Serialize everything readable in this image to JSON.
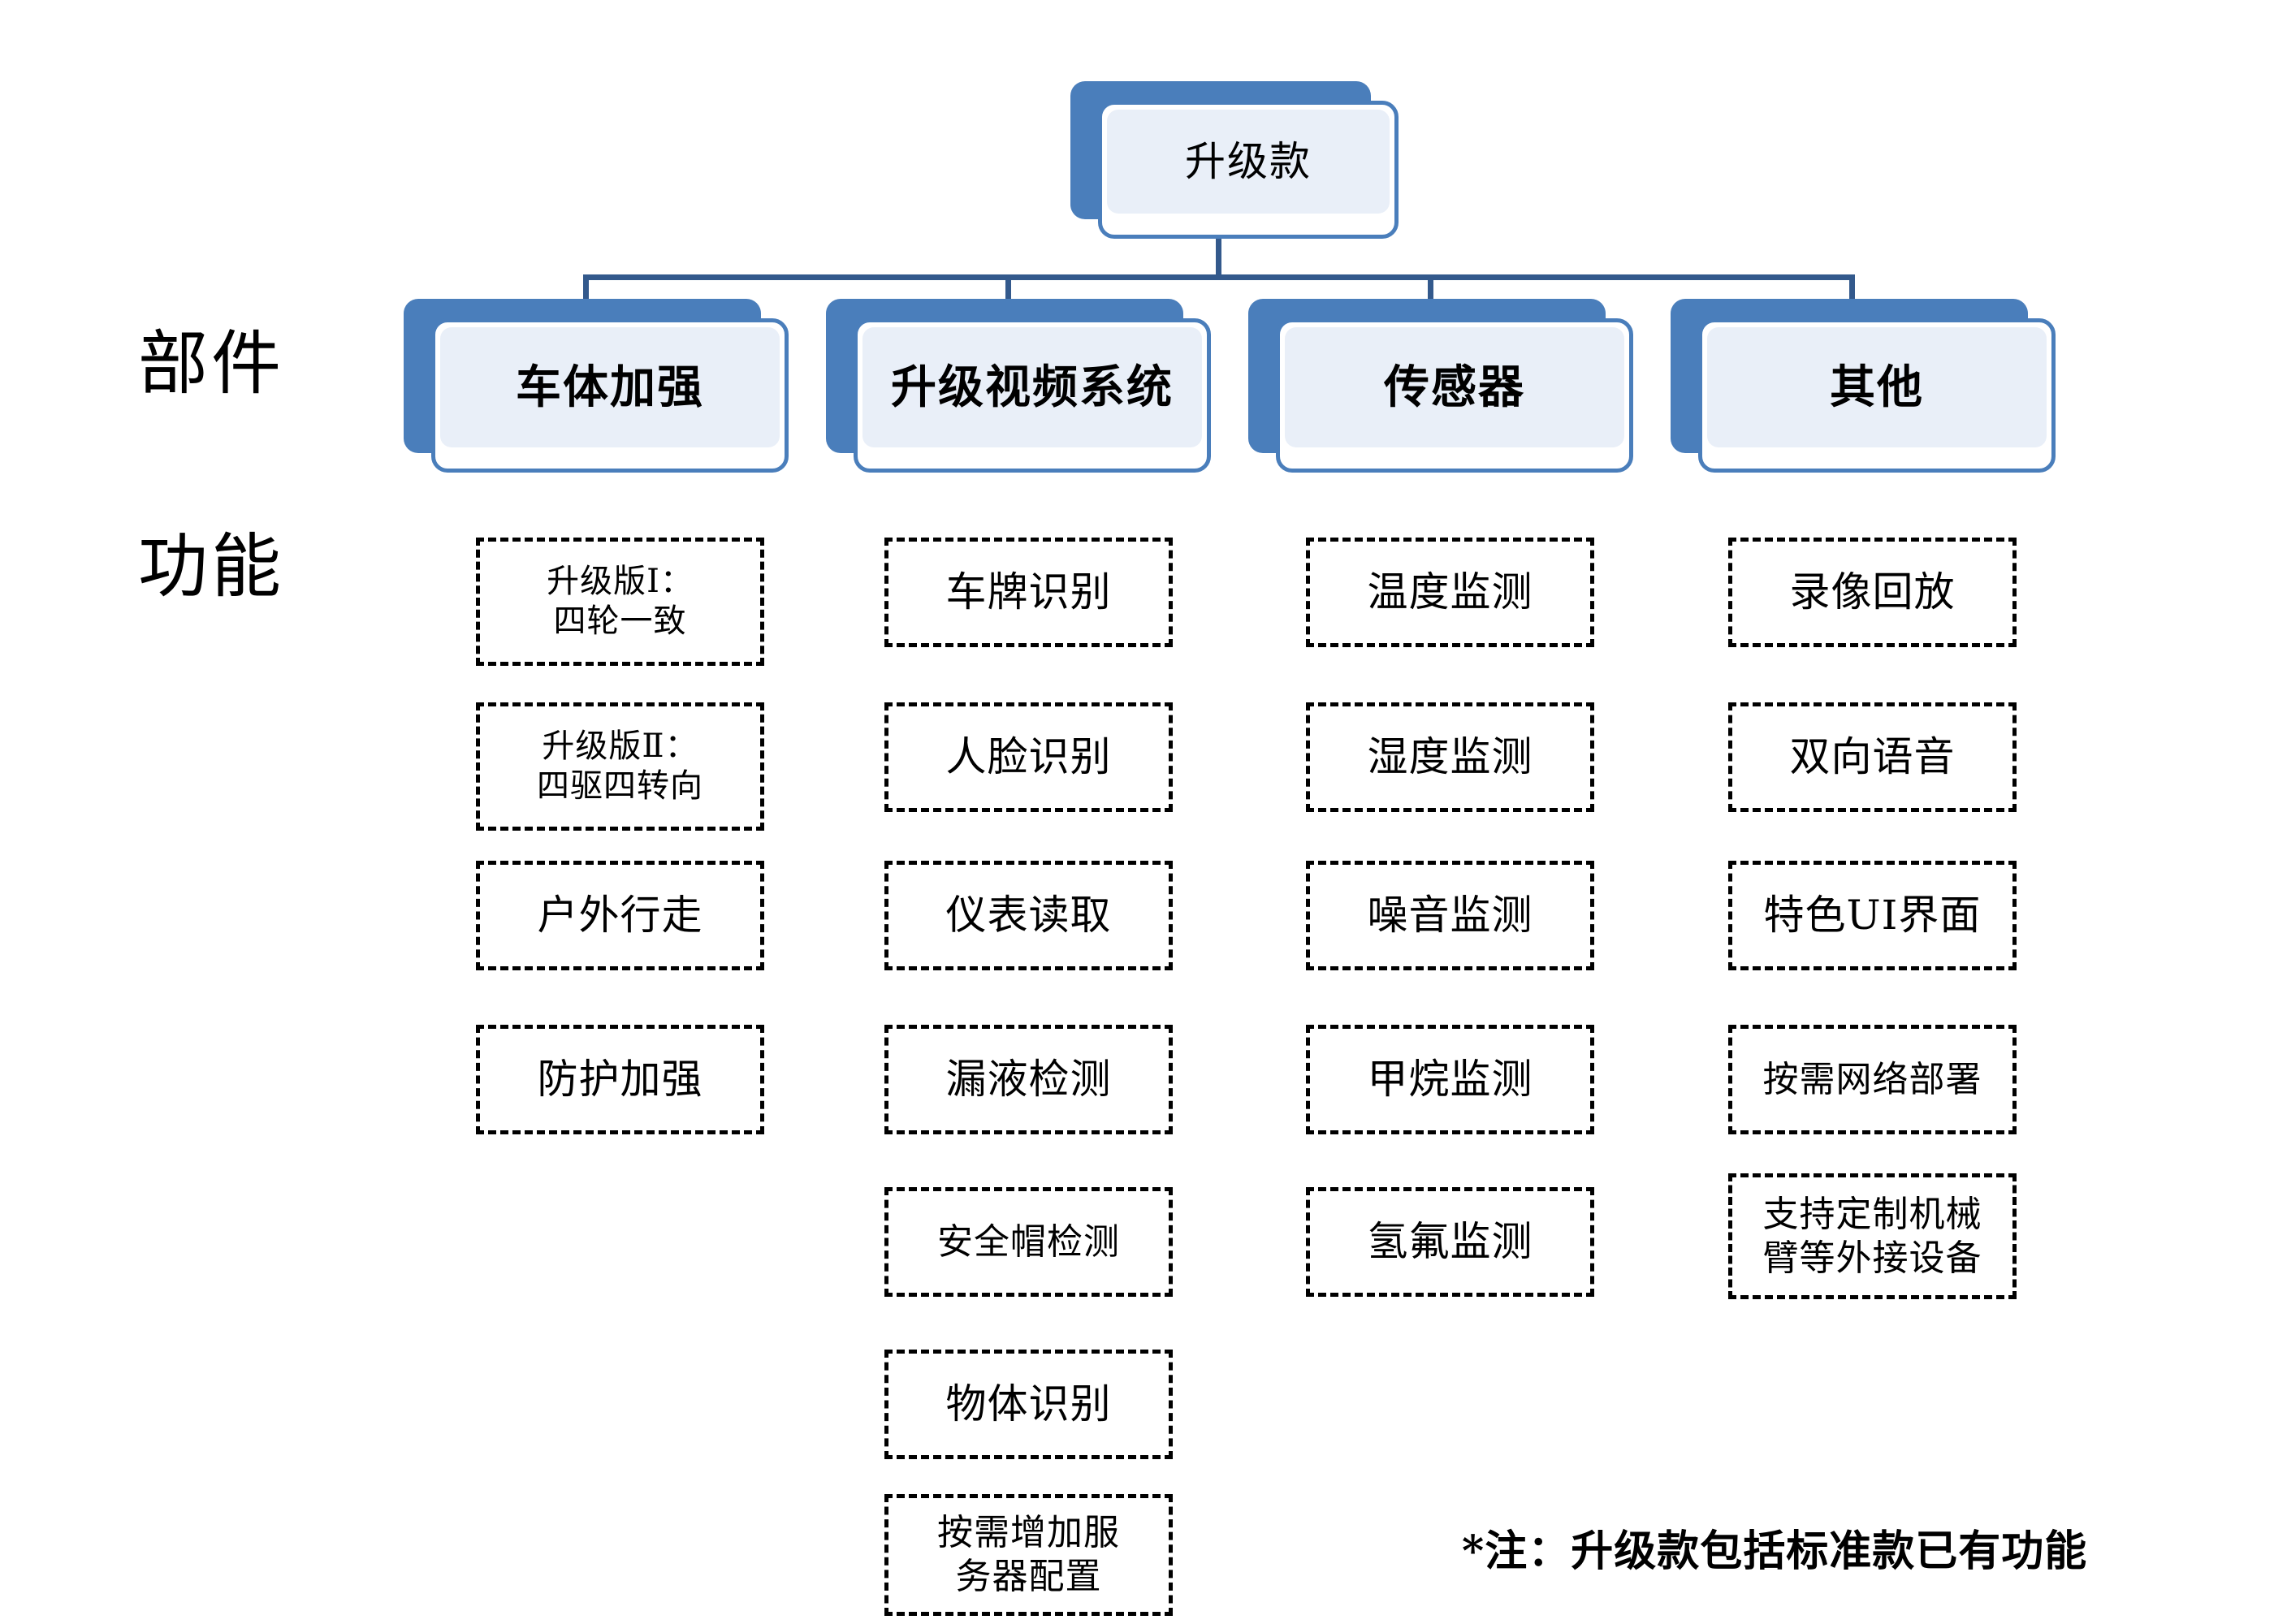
{
  "diagram": {
    "root": {
      "label": "升级款"
    },
    "row_labels": {
      "components": "部件",
      "functions": "功能"
    },
    "footnote": "*注：升级款包括标准款已有功能",
    "colors": {
      "card_blue": "#4a7ebb",
      "card_inner": "#e9eff8",
      "connector": "#33598c",
      "card_face": "#ffffff",
      "text": "#000000",
      "background": "#ffffff"
    },
    "columns": [
      {
        "title": "车体加强",
        "functions": [
          {
            "text": "升级版Ⅰ：\n四轮一致"
          },
          {
            "text": "升级版Ⅱ：\n四驱四转向"
          },
          {
            "text": "户外行走"
          },
          {
            "text": "防护加强"
          }
        ]
      },
      {
        "title": "升级视频系统",
        "functions": [
          {
            "text": "车牌识别"
          },
          {
            "text": "人脸识别"
          },
          {
            "text": "仪表读取"
          },
          {
            "text": "漏液检测"
          },
          {
            "text": "安全帽检测"
          },
          {
            "text": "物体识别"
          },
          {
            "text": "按需增加服\n务器配置"
          }
        ]
      },
      {
        "title": "传感器",
        "functions": [
          {
            "text": "温度监测"
          },
          {
            "text": "湿度监测"
          },
          {
            "text": "噪音监测"
          },
          {
            "text": "甲烷监测"
          },
          {
            "text": "氢氟监测"
          }
        ]
      },
      {
        "title": "其他",
        "functions": [
          {
            "text": "录像回放"
          },
          {
            "text": "双向语音"
          },
          {
            "text": "特色UI界面"
          },
          {
            "text": "按需网络部署"
          },
          {
            "text": "支持定制机械\n臂等外接设备"
          }
        ]
      }
    ]
  }
}
